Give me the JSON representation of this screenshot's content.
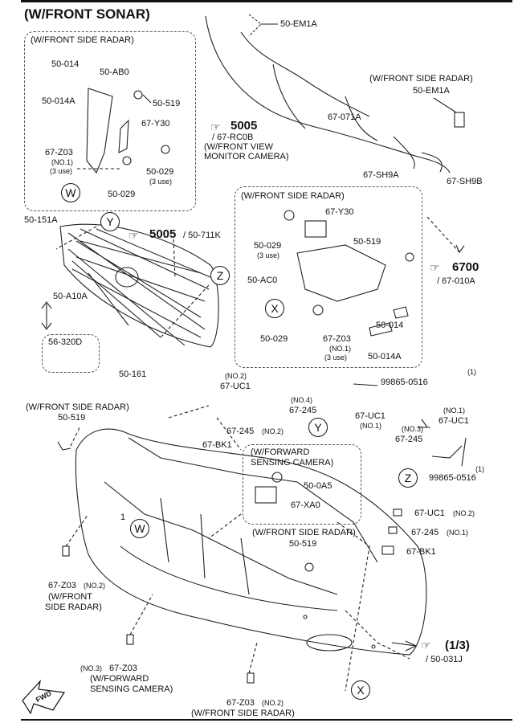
{
  "title": "(W/FRONT SONAR)",
  "callouts": {
    "c_W": "W",
    "c_Y": "Y",
    "c_Z": "Z",
    "c_X": "X",
    "c_Y2": "Y",
    "c_Z2": "Z",
    "c_W2": "W",
    "c_X2": "X"
  },
  "groups": {
    "side_radar_top": "(W/FRONT SIDE RADAR)",
    "side_radar_mid": "(W/FRONT SIDE RADAR)",
    "side_radar_right": "(W/FRONT SIDE RADAR)",
    "side_radar_lower_left": "(W/FRONT SIDE RADAR)",
    "side_radar_lower_mid": "(W/FRONT SIDE RADAR)",
    "forward_camera_1": "(W/FORWARD",
    "forward_camera_2": "SENSING CAMERA)"
  },
  "parts": {
    "p_50EM1A_top": "50-EM1A",
    "p_50EM1A_right": "50-EM1A",
    "p_50014": "50-014",
    "p_50AB0": "50-AB0",
    "p_50014A": "50-014A",
    "p_50519_a": "50-519",
    "p_67Y30_a": "67-Y30",
    "p_67Z03_a": "67-Z03",
    "p_no1_a": "(NO.1)",
    "p_3use_a": "(3 use)",
    "p_50029_a": "50-029",
    "p_3use_b": "(3 use)",
    "p_50029_b": "50-029",
    "p_5005_ref": "5005",
    "p_67RC0B": "/ 67-RC0B",
    "p_frontview_1": "(W/FRONT VIEW",
    "p_frontview_2": "MONITOR CAMERA)",
    "p_67071A": "67-071A",
    "p_67SH9A": "67-SH9A",
    "p_67SH9B": "67-SH9B",
    "p_50151A": "50-151A",
    "p_5005_b": "5005",
    "p_50711K": "/ 50-711K",
    "p_50A10A": "50-A10A",
    "p_56320D": "56-320D",
    "p_50161": "50-161",
    "p_67Y30_b": "67-Y30",
    "p_50029_c": "50-029",
    "p_3use_c": "(3 use)",
    "p_50519_b": "50-519",
    "p_50AC0": "50-AC0",
    "p_6700": "6700",
    "p_67010A": "/ 67-010A",
    "p_50029_d": "50-029",
    "p_67Z03_b": "67-Z03",
    "p_no1_b": "(NO.1)",
    "p_3use_d": "(3 use)",
    "p_50014_b": "50-014",
    "p_50014A_b": "50-014A",
    "p_no2_a": "(NO.2)",
    "p_67UC1_a": "67-UC1",
    "p_99865_a": "99865-0516",
    "p_qty1_a": "(1)",
    "p_no4": "(NO.4)",
    "p_67245_a": "67-245",
    "p_67245_no2": "67-245",
    "p_no2_b": "(NO.2)",
    "p_67BK1_a": "67-BK1",
    "p_67UC1_b": "67-UC1",
    "p_no1_c": "(NO.1)",
    "p_no1_d": "(NO.1)",
    "p_67UC1_c": "67-UC1",
    "p_no3": "(NO.3)",
    "p_67245_b": "67-245",
    "p_qty1_b": "(1)",
    "p_99865_b": "99865-0516",
    "p_50519_c": "50-519",
    "p_500A5": "50-0A5",
    "p_67XA0": "67-XA0",
    "p_67UC1_d": "67-UC1",
    "p_no2_c": "(NO.2)",
    "p_67245_c": "67-245",
    "p_no1_e": "(NO.1)",
    "p_50519_d": "50-519",
    "p_67BK1_b": "67-BK1",
    "p_67Z03_c": "67-Z03",
    "p_no2_d": "(NO.2)",
    "p_wfront_1": "(W/FRONT",
    "p_wfront_2": "SIDE RADAR)",
    "p_13": "(1/3)",
    "p_50031J": "/ 50-031J",
    "p_no3_b": "(NO.3)",
    "p_67Z03_d": "67-Z03",
    "p_wfwd_1": "(W/FORWARD",
    "p_wfwd_2": "SENSING CAMERA)",
    "p_67Z03_e": "67-Z03",
    "p_no2_e": "(NO.2)",
    "p_wfsr_bottom": "(W/FRONT SIDE RADAR)",
    "p_one": "1",
    "p_fwd": "FWD"
  },
  "icons": [
    "hand-pointer-icon",
    "fwd-arrow-icon",
    "grille-drawing",
    "bumper-drawing",
    "wire-harness-drawing"
  ]
}
